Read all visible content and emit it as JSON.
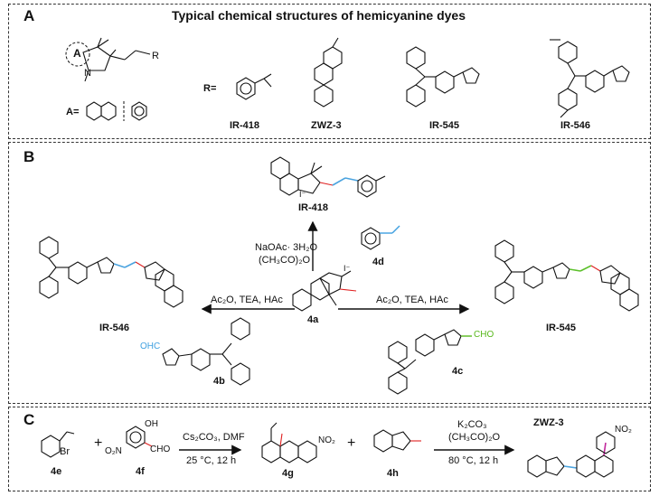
{
  "panelA": {
    "label": "A",
    "title": "Typical chemical structures of hemicyanine dyes",
    "ring_label": "A",
    "n_label": "N",
    "r_label": "R",
    "a_eq": "A=",
    "r_eq": "R=",
    "compounds": [
      "IR-418",
      "ZWZ-3",
      "IR-545",
      "IR-546"
    ]
  },
  "panelB": {
    "label": "B",
    "product_top": "IR-418",
    "product_left": "IR-546",
    "product_right": "IR-545",
    "center": "4a",
    "reagent_b": "4b",
    "reagent_c": "4c",
    "reagent_d": "4d",
    "cond_up_1": "NaOAc· 3H₂O",
    "cond_up_2": "(CH₃CO)₂O",
    "cond_left": "Ac₂O, TEA, HAc",
    "cond_right": "Ac₂O, TEA, HAc",
    "ohc": "OHC",
    "cho": "CHO",
    "iodide": "I⁻"
  },
  "panelC": {
    "label": "C",
    "cmp_4e": "4e",
    "cmp_4f": "4f",
    "cmp_4g": "4g",
    "cmp_4h": "4h",
    "product": "ZWZ-3",
    "cond1_top": "Cs₂CO₃, DMF",
    "cond1_bottom": "25 °C, 12 h",
    "cond2_top_1": "K₂CO₃",
    "cond2_top_2": "(CH₃CO)₂O",
    "cond2_bottom": "80 °C, 12 h",
    "plus": "+",
    "br": "Br",
    "oh": "OH",
    "cho": "CHO",
    "no2": "NO₂",
    "o2n": "O₂N"
  },
  "colors": {
    "vinyl_blue": "#4aa3df",
    "vinyl_green": "#5cc02b",
    "aldehyde_blue": "#3fa0e0",
    "red_bond": "#e02020",
    "magenta_bond": "#c0279b",
    "cho_green": "#58b81c"
  }
}
